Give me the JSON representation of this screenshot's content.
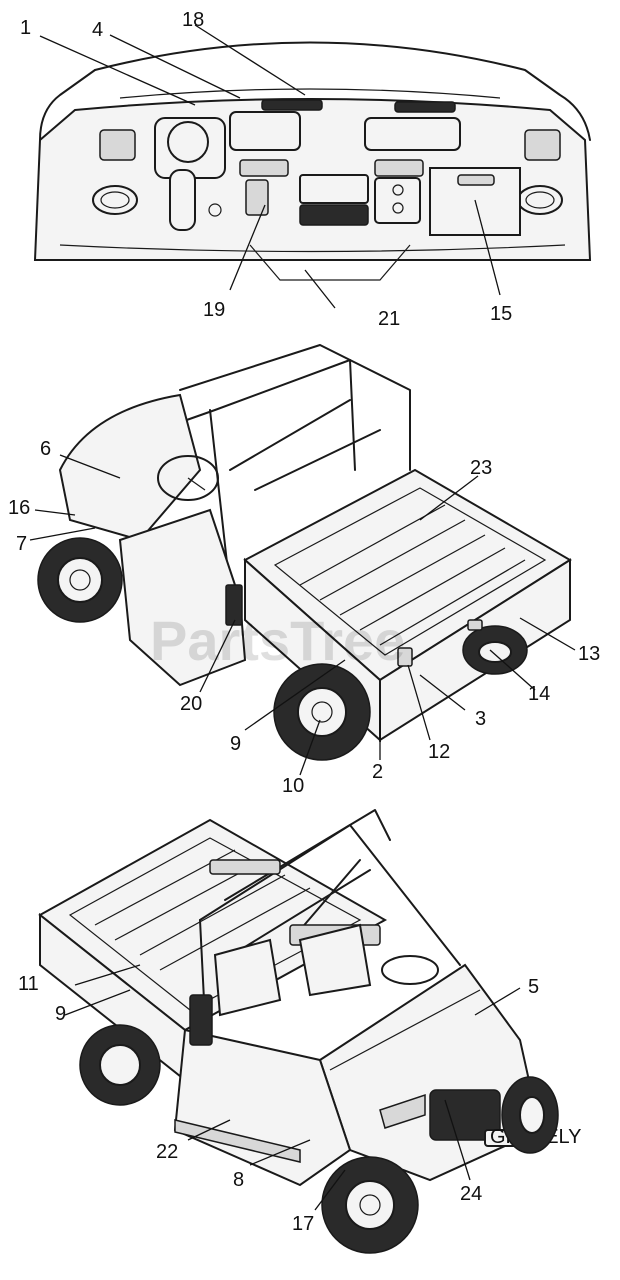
{
  "watermark": "PartsTree",
  "brand_plate": "GRAVELY",
  "callouts": {
    "c1": "1",
    "c2": "2",
    "c3": "3",
    "c4": "4",
    "c5": "5",
    "c6": "6",
    "c7": "7",
    "c8": "8",
    "c9a": "9",
    "c9b": "9",
    "c10": "10",
    "c11": "11",
    "c12": "12",
    "c13": "13",
    "c14": "14",
    "c15": "15",
    "c16": "16",
    "c17": "17",
    "c18": "18",
    "c19": "19",
    "c20": "20",
    "c21": "21",
    "c22": "22",
    "c23": "23",
    "c24": "24"
  }
}
